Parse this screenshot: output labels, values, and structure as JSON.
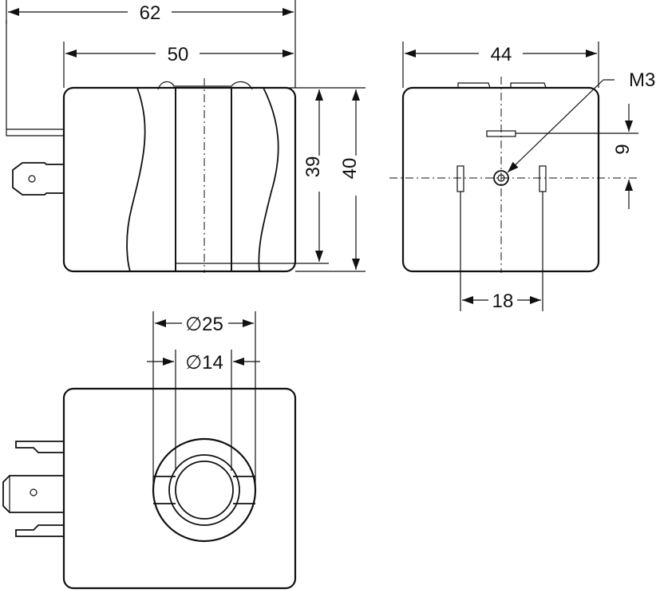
{
  "dimensions": {
    "total_length": "62",
    "body_length": "50",
    "side_width": "44",
    "inner_height": "39",
    "outer_height": "40",
    "thread": "M3",
    "screw_offset": "9",
    "pin_spacing": "18",
    "outer_diameter": "∅25",
    "inner_diameter": "∅14"
  }
}
